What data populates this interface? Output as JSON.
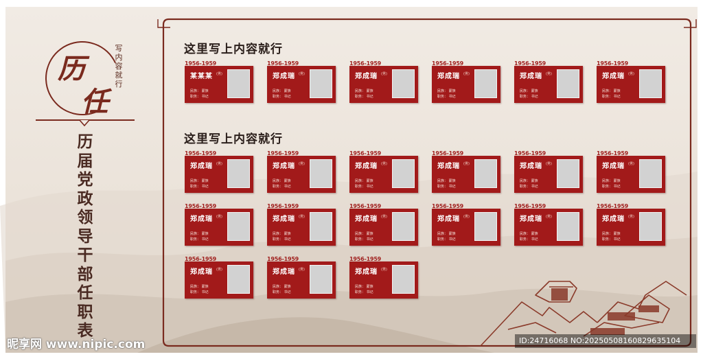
{
  "badge": {
    "char1": "历",
    "char2": "任",
    "small": "写内容就行"
  },
  "vertical_title": "历届党政领导干部任职表",
  "sections": [
    {
      "title": "这里写上内容就行"
    },
    {
      "title": "这里写上内容就行"
    }
  ],
  "cards": [
    {
      "years": "1956-1959",
      "name": "某某某",
      "gender": "(男)",
      "line1": "民族： 蒙族",
      "line2": "职务： 书记"
    },
    {
      "years": "1956-1959",
      "name": "郑成瑞",
      "gender": "(男)",
      "line1": "民族： 蒙族",
      "line2": "职务： 书记"
    },
    {
      "years": "1956-1959",
      "name": "郑成瑞",
      "gender": "(男)",
      "line1": "民族： 蒙族",
      "line2": "职务： 书记"
    },
    {
      "years": "1956-1959",
      "name": "郑成瑞",
      "gender": "(男)",
      "line1": "民族： 蒙族",
      "line2": "职务： 书记"
    },
    {
      "years": "1956-1959",
      "name": "郑成瑞",
      "gender": "(男)",
      "line1": "民族： 蒙族",
      "line2": "职务： 书记"
    },
    {
      "years": "1956-1959",
      "name": "郑成瑞",
      "gender": "(男)",
      "line1": "民族： 蒙族",
      "line2": "职务： 书记"
    },
    {
      "years": "1956-1959",
      "name": "郑成瑞",
      "gender": "(男)",
      "line1": "民族： 蒙族",
      "line2": "职务： 书记"
    },
    {
      "years": "1956-1959",
      "name": "郑成瑞",
      "gender": "(男)",
      "line1": "民族： 蒙族",
      "line2": "职务： 书记"
    },
    {
      "years": "1956-1959",
      "name": "郑成瑞",
      "gender": "(男)",
      "line1": "民族： 蒙族",
      "line2": "职务： 书记"
    },
    {
      "years": "1956-1959",
      "name": "郑成瑞",
      "gender": "(男)",
      "line1": "民族： 蒙族",
      "line2": "职务： 书记"
    },
    {
      "years": "1956-1959",
      "name": "郑成瑞",
      "gender": "(男)",
      "line1": "民族： 蒙族",
      "line2": "职务： 书记"
    },
    {
      "years": "1956-1959",
      "name": "郑成瑞",
      "gender": "(男)",
      "line1": "民族： 蒙族",
      "line2": "职务： 书记"
    },
    {
      "years": "1956-1959",
      "name": "郑成瑞",
      "gender": "(男)",
      "line1": "民族： 蒙族",
      "line2": "职务： 书记"
    },
    {
      "years": "1956-1959",
      "name": "郑成瑞",
      "gender": "(男)",
      "line1": "民族： 蒙族",
      "line2": "职务： 书记"
    },
    {
      "years": "1956-1959",
      "name": "郑成瑞",
      "gender": "(男)",
      "line1": "民族： 蒙族",
      "line2": "职务： 书记"
    },
    {
      "years": "1956-1959",
      "name": "郑成瑞",
      "gender": "(男)",
      "line1": "民族： 蒙族",
      "line2": "职务： 书记"
    },
    {
      "years": "1956-1959",
      "name": "郑成瑞",
      "gender": "(男)",
      "line1": "民族： 蒙族",
      "line2": "职务： 书记"
    },
    {
      "years": "1956-1959",
      "name": "郑成瑞",
      "gender": "(男)",
      "line1": "民族： 蒙族",
      "line2": "职务： 书记"
    },
    {
      "years": "1956-1959",
      "name": "郑成瑞",
      "gender": "(男)",
      "line1": "民族： 蒙族",
      "line2": "职务： 书记"
    },
    {
      "years": "1956-1959",
      "name": "郑成瑞",
      "gender": "(男)",
      "line1": "民族： 蒙族",
      "line2": "职务： 书记"
    },
    {
      "years": "1956-1959",
      "name": "郑成瑞",
      "gender": "(男)",
      "line1": "民族： 蒙族",
      "line2": "职务： 书记"
    }
  ],
  "watermark": "昵享网 www.nipic.com",
  "id_text": "ID:24716068 NO:20250508160829635104",
  "colors": {
    "card_red": "#a21a1a",
    "frame_brown": "#7a2a1e",
    "background": "#ebe3da"
  }
}
